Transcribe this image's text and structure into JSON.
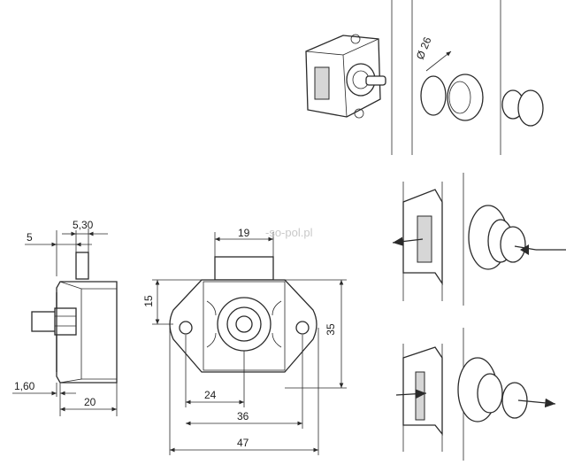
{
  "dimensions": {
    "side_5": "5",
    "side_5_30": "5,30",
    "side_1_60": "1,60",
    "side_20": "20",
    "front_19": "19",
    "front_15": "15",
    "front_24": "24",
    "front_36": "36",
    "front_47": "47",
    "front_35": "35",
    "diameter": "Ø 26"
  },
  "watermark": "-so-pol.pl"
}
